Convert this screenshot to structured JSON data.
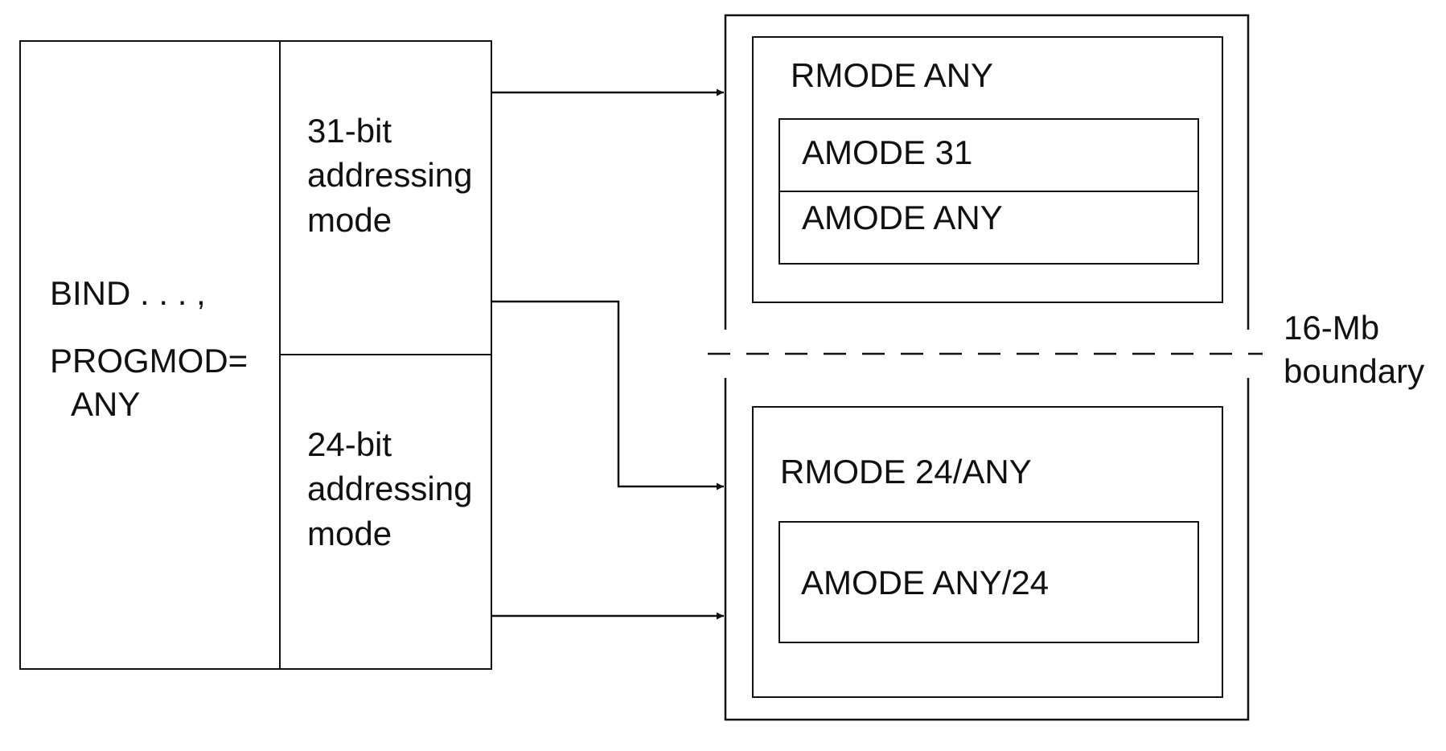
{
  "bind_block": {
    "line1": "BIND . . . ,",
    "line2": "PROGMOD=",
    "line3": "ANY"
  },
  "mode_31": {
    "line1": "31-bit",
    "line2": "addressing",
    "line3": "mode"
  },
  "mode_24": {
    "line1": "24-bit",
    "line2": "addressing",
    "line3": "mode"
  },
  "upper_region": {
    "title": "RMODE ANY",
    "row1": "AMODE 31",
    "row2": "AMODE ANY"
  },
  "lower_region": {
    "title": "RMODE 24/ANY",
    "row1": "AMODE ANY/24"
  },
  "boundary": {
    "line1": "16-Mb",
    "line2": "boundary"
  }
}
